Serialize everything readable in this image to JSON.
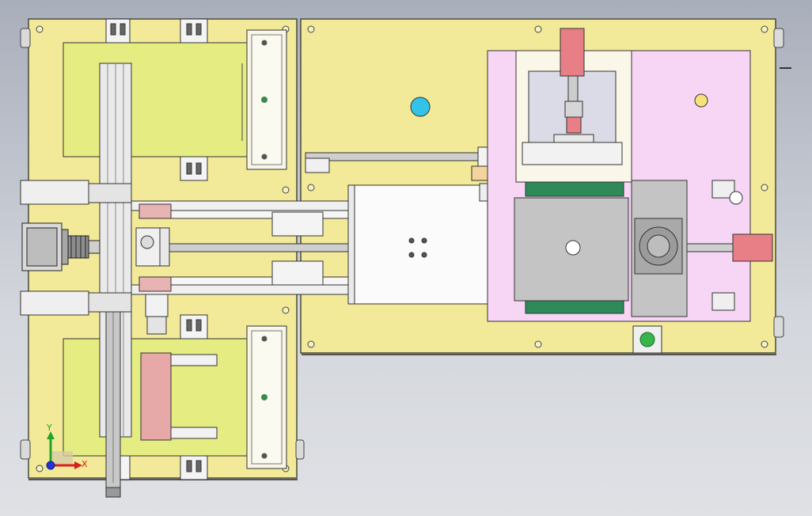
{
  "viewport": {
    "triad": {
      "y_label": "Y",
      "x_label": "X"
    }
  },
  "colors": {
    "plate": "#f2ea99",
    "plate_stroke": "#4a4a3a",
    "tray": "#e4ec82",
    "fixture_pink": "#f6d6f4",
    "grey_block": "#c4c4c4",
    "white_block": "#f4f4f4",
    "salmon": "#e7a8a8",
    "cylinder_red": "#e97f86",
    "cyan_hole": "#34c3e8",
    "green_button": "#37b44a",
    "pcb_green": "#2f8a5a",
    "axis_x": "#d81e1e",
    "axis_y": "#1fa52c",
    "axis_z": "#2433d6"
  },
  "parts": {
    "left_plate": "left-base-plate",
    "right_plate": "right-base-plate",
    "stepper": "stepper-motor",
    "fixture": "press-fixture",
    "button": "start-button"
  }
}
